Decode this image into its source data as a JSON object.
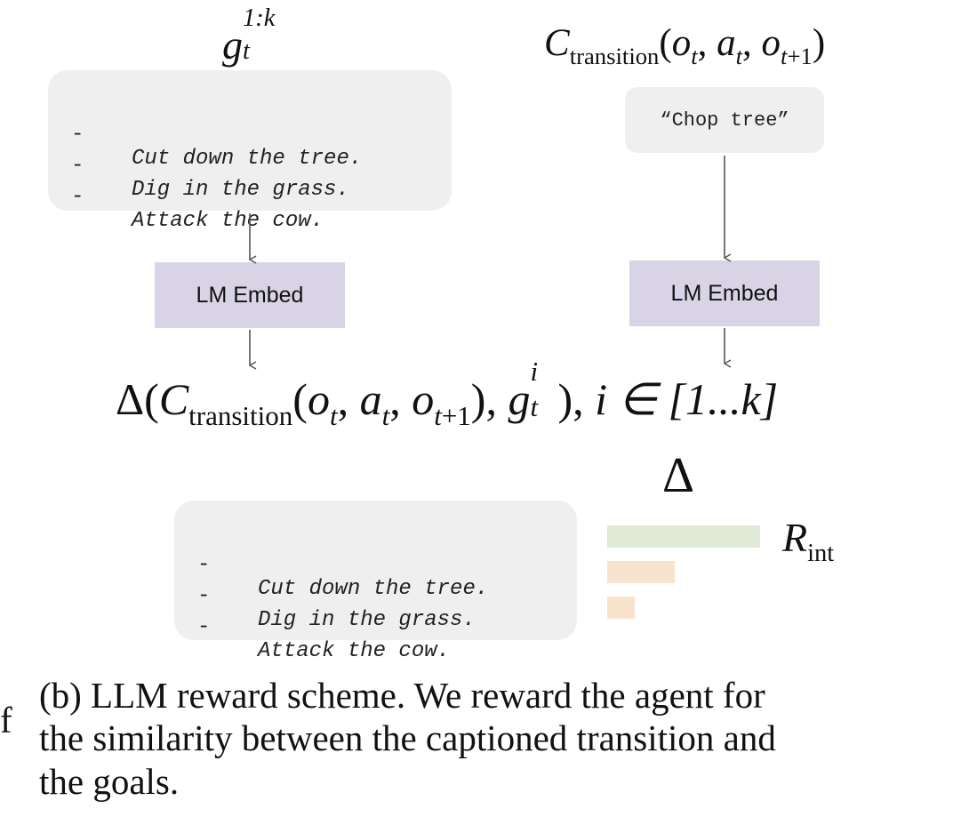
{
  "labels": {
    "goals_symbol": {
      "base": "g",
      "sub": "t",
      "sup": "1:k"
    },
    "transition_symbol": {
      "func": "C",
      "func_sub": "transition",
      "args": "(o_t, a_t, o_{t+1})"
    },
    "similarity_formula": {
      "delta": "Δ",
      "func": "C",
      "func_sub": "transition",
      "goal": "g",
      "goal_sub": "t",
      "goal_sup": "i",
      "range_text": "i ∈ [1...k]"
    },
    "delta_symbol": "Δ",
    "reward_symbol": {
      "base": "R",
      "sub": "int"
    }
  },
  "goals_box": {
    "dash": "-",
    "items": [
      "Cut down the tree.",
      "Dig in the grass.",
      "Attack the cow."
    ]
  },
  "caption_box": {
    "text": "“Chop tree”"
  },
  "embed": {
    "left_label": "LM Embed",
    "right_label": "LM Embed"
  },
  "reward_list": {
    "dash": "-",
    "items": [
      "Cut down the tree.",
      "Dig in the grass.",
      "Attack the cow."
    ]
  },
  "reward_bars": {
    "values": [
      1.0,
      0.44,
      0.18
    ],
    "colors": [
      "#dfead7",
      "#f8e3cf",
      "#f8e3cf"
    ]
  },
  "figure_caption": {
    "stray_text": "f",
    "lines": [
      "(b) LLM reward scheme.  We reward the agent for",
      "the similarity between the captioned transition and",
      "the goals."
    ]
  },
  "colors": {
    "box_gray": "#efefef",
    "embed_purple": "#d9d3e6",
    "arrow_gray": "#555555"
  }
}
